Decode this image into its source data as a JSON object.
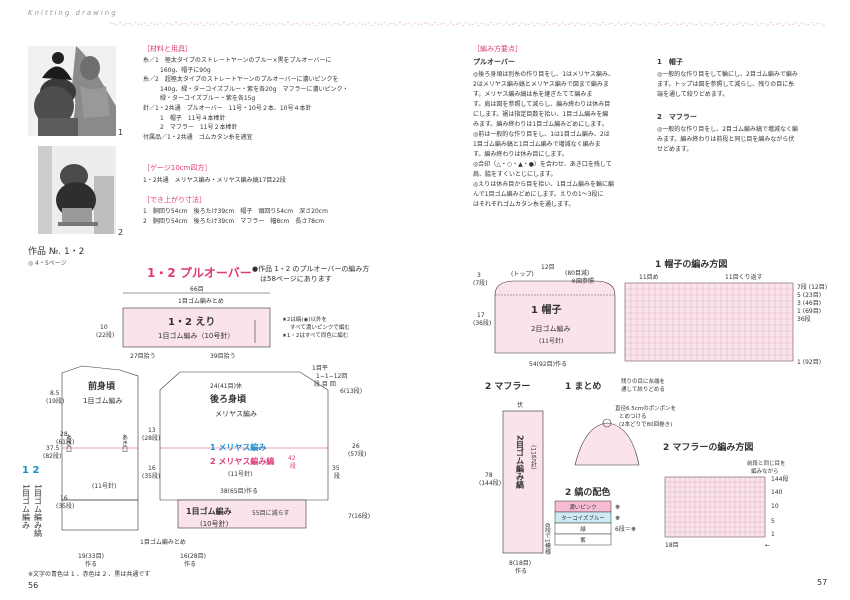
{
  "header": {
    "title": "Knitting drawing"
  },
  "left": {
    "photo_labels": [
      "1",
      "2"
    ],
    "work_title": "作品 №. 1・2",
    "work_ref": "◎ 4・5ページ",
    "materials": {
      "title": "［材料と用具］",
      "lines": [
        "糸／1　極太タイプのストレートヤーンのブルー×黒をプルオーバーに",
        "160g、帽子に90g",
        "糸／2　超極太タイプのストレートヤーンのプルオーバーに濃いピンクを",
        "140g、緑・ターコイズブルー・紫を各20g　マフラーに濃いピンク・",
        "緑・ターコイズブルー・紫を各15g",
        "針／1・2共通　プルオーバー　11号・10号２本、10号４本針",
        "1　帽子　11号４本棒針",
        "2　マフラー　11号２本棒針",
        "付属品／1・2共通　ゴムカタン糸を適宜"
      ]
    },
    "gauge": {
      "title": "［ゲージ10cm四方］",
      "line": "1・2共通　メリヤス編み・メリヤス編み縞17目22段"
    },
    "finished": {
      "title": "［でき上がり寸法］",
      "lines": [
        "1　胴回り54cm　後ろたけ39cm　帽子　頭回り54cm　深さ20cm",
        "2　胴回り54cm　後ろたけ39cm　マフラー　幅8cm　長さ78cm"
      ]
    },
    "pullover": {
      "title": "1・2 プルオーバー",
      "note1": "●作品 1・2 のプルオーバーの編み方",
      "note2": "は58ページにあります",
      "w66": "66目",
      "w1g": "1目ゴム編みとめ",
      "eri1": "1・2 えり",
      "eri2": "1目ゴム編み（10号針）",
      "eri_h1": "10",
      "eri_h2": "(22段)",
      "star1": "★2は縞(◉)以外を",
      "star2": "すべて濃いピンクで編む",
      "star3": "★1・2はすべて同色に編む",
      "pick27": "27目拾う",
      "pick39": "39目拾う",
      "tri": "△",
      "front": "前身頃",
      "front_sub": "1目ゴム編み",
      "back": "後ろ身頃",
      "back_sub": "メリヤス編み",
      "back1": "1 メリヤス編み",
      "back2": "2 メリヤス編み縞",
      "back3": "(11号針)",
      "h24": "24(41目)休",
      "rows": [
        "1目平",
        "1−1−12回",
        "段 目 回"
      ],
      "r6": "6(13段)",
      "l85": "8.5",
      "l85b": "(19段)",
      "l28": "28",
      "l28b": "(61段)",
      "l375": "37.5",
      "l375b": "(82段)",
      "l13": "13",
      "l13b": "(28段)",
      "l16": "16",
      "l16b": "(35段)",
      "r16": "16",
      "r16b": "(35段)",
      "r26": "26",
      "r26b": "(57段)",
      "r35": "35",
      "r35b": "段",
      "r42": "42",
      "r42b": "段",
      "r7": "7(16段)",
      "rib": "1目ゴム編み",
      "rib2": "(10号針)",
      "dec": "55目に減らす",
      "w38": "38(65目)作る",
      "side": "あき口",
      "mid11": "(11号針)",
      "w19": "19(33目)",
      "w19b": "作る",
      "w16": "16(28目)",
      "w16b": "作る",
      "end": "1目ゴム編みとめ",
      "side_label_nums": "1 2",
      "side_label1": "1目ゴム編み",
      "side_label2": "1目ゴム編み縞",
      "foot_note": "※文字の青色は 1 、赤色は 2 、黒は共通です",
      "page_num": "56"
    }
  },
  "right": {
    "method": {
      "title": "［編み方要点］",
      "pull": "プルオーバー",
      "lines": [
        "◎後ろ身頃は別糸の作り目をし、1はメリヤス編み、",
        "2はメリヤス編み縞とメリヤス編みで図まで編みま",
        "す。メリヤス編み縞は糸を継ぎたてて編みま",
        "す。肩は図を参照して減らし、編み終わりは休み目",
        "にします。裾は指定目数を拾い、1目ゴム編みを編",
        "みます。編み終わりは1目ゴム編みどめにします。",
        "◎前は一般的な作り目をし、1は1目ゴム編み、2は",
        "1目ゴム編み縞と1目ゴム編みで増減なく編みま",
        "す。編み終わりは休み目にします。",
        "◎合印（△・○・▲・●）を合わせ、あき口を残して",
        "肩、脇をすくいとじにします。",
        "◎えりは休み目から目を拾い、1目ゴム編みを輪に編",
        "んで1目ゴム編みどめにします。えりの1〜3段に",
        "はそれぞれゴムカタン糸を通します。"
      ],
      "hat_h": "1　帽子",
      "hat_lines": [
        "◎一般的な作り目をして輪にし、2目ゴム編みで編み",
        "ます。トップは図を参照して減らし、残りの目に糸",
        "端を通して絞りどめます。"
      ],
      "sc_h": "2　マフラー",
      "sc_lines": [
        "◎一般的な作り目をし、2目ゴム編み縞で増減なく編",
        "みます。編み終わりは前段と同じ目を編みながら伏",
        "せどめます。"
      ]
    },
    "hat": {
      "top": "(トップ)",
      "w12": "12目",
      "w80": "(80目減)",
      "ref": "※図参照",
      "l3": "3",
      "l3b": "(7段)",
      "l17": "17",
      "l17b": "(36段)",
      "t1": "1 帽子",
      "t2": "2目ゴム編み",
      "t3": "(11号針)",
      "bottom": "54(92目)作る"
    },
    "hat_chart": {
      "title": "1 帽子の編み方図",
      "c11a": "11目め",
      "c11b": "11目くり返す",
      "rows": [
        "7段 (12目)",
        "5 (23目)",
        "3 (46目)",
        "1 (69目)",
        "36段"
      ],
      "bottom": "1 (92目)"
    },
    "scarf": {
      "title": "2 マフラー",
      "top": "伏",
      "l78": "78",
      "l78b": "(144段)",
      "t1": "2目ゴム編み縞",
      "t2": "(11号針)",
      "w8": "8(18目)",
      "w8b": "作る"
    },
    "finish": {
      "title": "1 まとめ",
      "n1": "残りの目に糸端を",
      "n2": "通して絞りどめる",
      "n3": "直径6.5cmのポンポンを",
      "n4": "とめつける",
      "n5": "(2本どりで80回巻き)"
    },
    "colors": {
      "title": "2 縞の配色",
      "items": [
        "濃いピンク",
        "ターコイズブルー",
        "緑",
        "紫"
      ],
      "left": "6段で1模様",
      "marks": [
        "❋",
        "❋",
        "6段＝❋"
      ],
      "swatch": [
        "#f7bcd4",
        "#cdebf4",
        "#ffffff",
        "#ffffff"
      ]
    },
    "sc_chart": {
      "title": "2 マフラーの編み方図",
      "note1": "前段と同じ目を",
      "note2": "編みながら",
      "rows": [
        "144段",
        "140",
        "10",
        "5",
        "1"
      ],
      "bottom": "18目",
      "dir": "←"
    },
    "page_num": "57"
  },
  "colors": {
    "pink": "#e03a7a",
    "blue": "#1a8fd0",
    "lightpink": "#fbe3ec"
  }
}
